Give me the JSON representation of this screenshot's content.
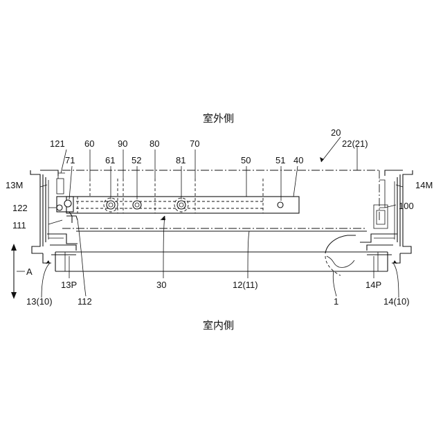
{
  "diagram": {
    "side_labels": {
      "outdoor": "室外側",
      "indoor": "室内側"
    },
    "direction_label": "A",
    "labels": {
      "l20": "20",
      "l22_21": "22(21)",
      "l121": "121",
      "l60": "60",
      "l90": "90",
      "l80": "80",
      "l70": "70",
      "l50": "50",
      "l51": "51",
      "l40": "40",
      "l71": "71",
      "l61": "61",
      "l52": "52",
      "l81": "81",
      "l13M": "13M",
      "l14M": "14M",
      "l122": "122",
      "l111": "111",
      "l100": "100",
      "l30": "30",
      "l12_11": "12(11)",
      "l1": "1",
      "l13P": "13P",
      "l112": "112",
      "l13_10": "13(10)",
      "l14P": "14P",
      "l14_10": "14(10)"
    }
  }
}
